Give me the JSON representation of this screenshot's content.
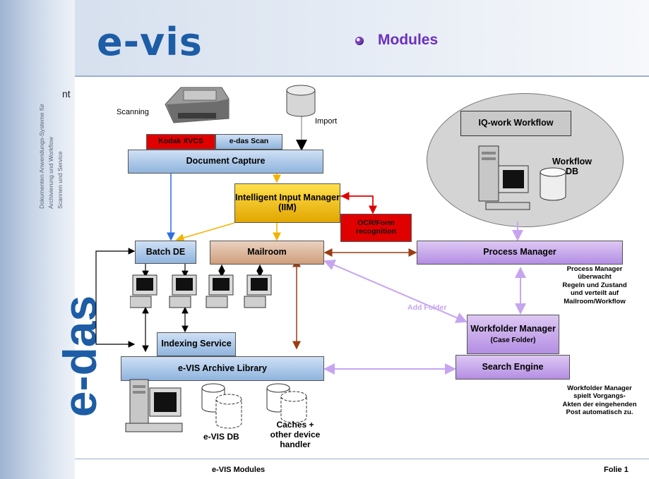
{
  "sidebar": {
    "vertical_text": [
      "Dokumenten Anwendungs-Systeme für",
      "Archivierung und Workflow",
      "Scannen und Service"
    ],
    "brand": "e-das",
    "cut_text": "nt"
  },
  "header": {
    "logo": "e-vis",
    "title": "Modules"
  },
  "diagram": {
    "scanning_label": "Scanning",
    "import_label": "Import",
    "kodak": "Kodak XVCS",
    "edas_scan": "e-das Scan",
    "document_capture": "Document Capture",
    "iim": "Intelligent Input Manager (IIM)",
    "ocr": "OCR/Form recognition",
    "batch_de": "Batch DE",
    "mailroom": "Mailroom",
    "process_manager": "Process Manager",
    "iq_workflow": "IQ-work Workflow",
    "workflow_db": "Workflow DB",
    "indexing_service": "Indexing Service",
    "archive_library": "e-VIS Archive Library",
    "workfolder_manager": "Workfolder Manager",
    "case_folder": "(Case Folder)",
    "search_engine": "Search Engine",
    "add_folder": "Add Folder",
    "evis_db": "e-VIS DB",
    "caches": "Caches + other device handler",
    "note_process_manager": [
      "Process Manager",
      "überwacht",
      "Regeln und Zustand",
      "und verteilt auf",
      "Mailroom/Workflow"
    ],
    "note_workfolder": [
      "Workfolder Manager",
      "spielt Vorgangs-",
      "Akten der eingehenden",
      "Post automatisch zu."
    ]
  },
  "footer": {
    "title": "e-VIS Modules",
    "slide": "Folie 1"
  },
  "colors": {
    "brand_blue": "#1d5da6",
    "title_purple": "#6a2fc0",
    "arrow_blue": "#2f6fe0",
    "arrow_yellow": "#f0b400",
    "arrow_brown": "#9a3d12",
    "arrow_lilac": "#c6a5f0",
    "arrow_red": "#e00000"
  }
}
